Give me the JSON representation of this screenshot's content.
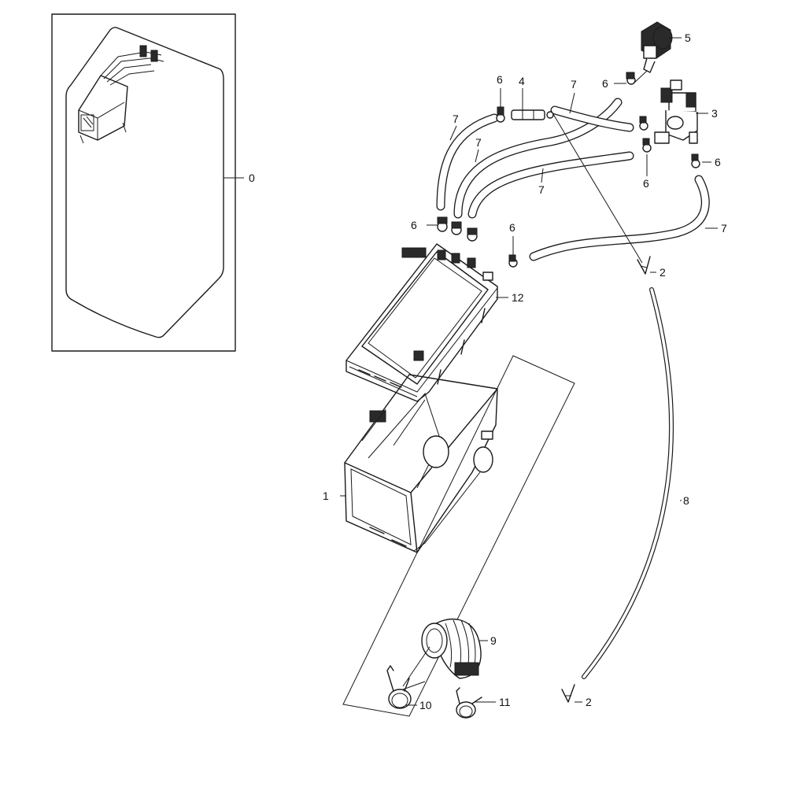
{
  "callouts": {
    "c0": "0",
    "c1": "1",
    "c2a": "2",
    "c2b": "2",
    "c3": "3",
    "c4": "4",
    "c5": "5",
    "c6a": "6",
    "c6b": "6",
    "c6c": "6",
    "c6d": "6",
    "c6e": "6",
    "c6f": "6",
    "c7a": "7",
    "c7b": "7",
    "c7c": "7",
    "c7d": "7",
    "c8": "8",
    "c9": "9",
    "c10": "10",
    "c11": "11",
    "c12": "12"
  }
}
